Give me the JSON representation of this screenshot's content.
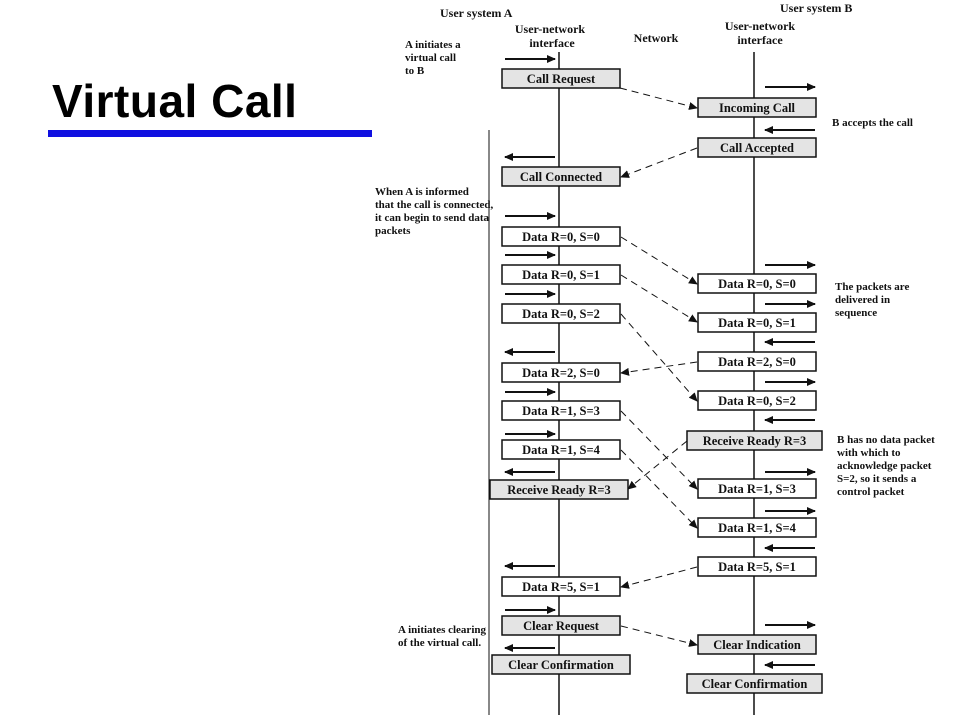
{
  "slide": {
    "title": "Virtual Call"
  },
  "headers": {
    "user_a": "User system A",
    "uni_a": [
      "User-network",
      "interface"
    ],
    "network": "Network",
    "user_b": "User system B",
    "uni_b": [
      "User-network",
      "interface"
    ]
  },
  "notes": {
    "a_initiates": [
      "A initiates a",
      "virtual call",
      "to B"
    ],
    "b_accepts": [
      "B accepts the call"
    ],
    "when_a_informed": [
      "When A is informed",
      "that the call is connected,",
      "it can begin to send data",
      "packets"
    ],
    "in_sequence": [
      "The packets are",
      "delivered in",
      "sequence"
    ],
    "b_no_data": [
      "B has no data packet",
      "with which to",
      "acknowledge packet",
      "S=2, so it sends a",
      "control packet"
    ],
    "a_clearing": [
      "A initiates clearing",
      "of the virtual call."
    ]
  },
  "boxes_a": [
    {
      "label": "Call Request",
      "shaded": true
    },
    {
      "label": "Call Connected",
      "shaded": true
    },
    {
      "label": "Data R=0, S=0",
      "shaded": false
    },
    {
      "label": "Data R=0, S=1",
      "shaded": false
    },
    {
      "label": "Data R=0, S=2",
      "shaded": false
    },
    {
      "label": "Data R=2, S=0",
      "shaded": false
    },
    {
      "label": "Data R=1, S=3",
      "shaded": false
    },
    {
      "label": "Data R=1, S=4",
      "shaded": false
    },
    {
      "label": "Receive Ready R=3",
      "shaded": true
    },
    {
      "label": "Data R=5, S=1",
      "shaded": false
    },
    {
      "label": "Clear Request",
      "shaded": true
    },
    {
      "label": "Clear Confirmation",
      "shaded": true
    }
  ],
  "boxes_b": [
    {
      "label": "Incoming Call",
      "shaded": true
    },
    {
      "label": "Call Accepted",
      "shaded": true
    },
    {
      "label": "Data R=0, S=0",
      "shaded": false
    },
    {
      "label": "Data R=0, S=1",
      "shaded": false
    },
    {
      "label": "Data R=2, S=0",
      "shaded": false
    },
    {
      "label": "Data R=0, S=2",
      "shaded": false
    },
    {
      "label": "Receive Ready R=3",
      "shaded": true
    },
    {
      "label": "Data R=1, S=3",
      "shaded": false
    },
    {
      "label": "Data R=1, S=4",
      "shaded": false
    },
    {
      "label": "Data R=5, S=1",
      "shaded": false
    },
    {
      "label": "Clear Indication",
      "shaded": true
    },
    {
      "label": "Clear Confirmation",
      "shaded": true
    }
  ]
}
